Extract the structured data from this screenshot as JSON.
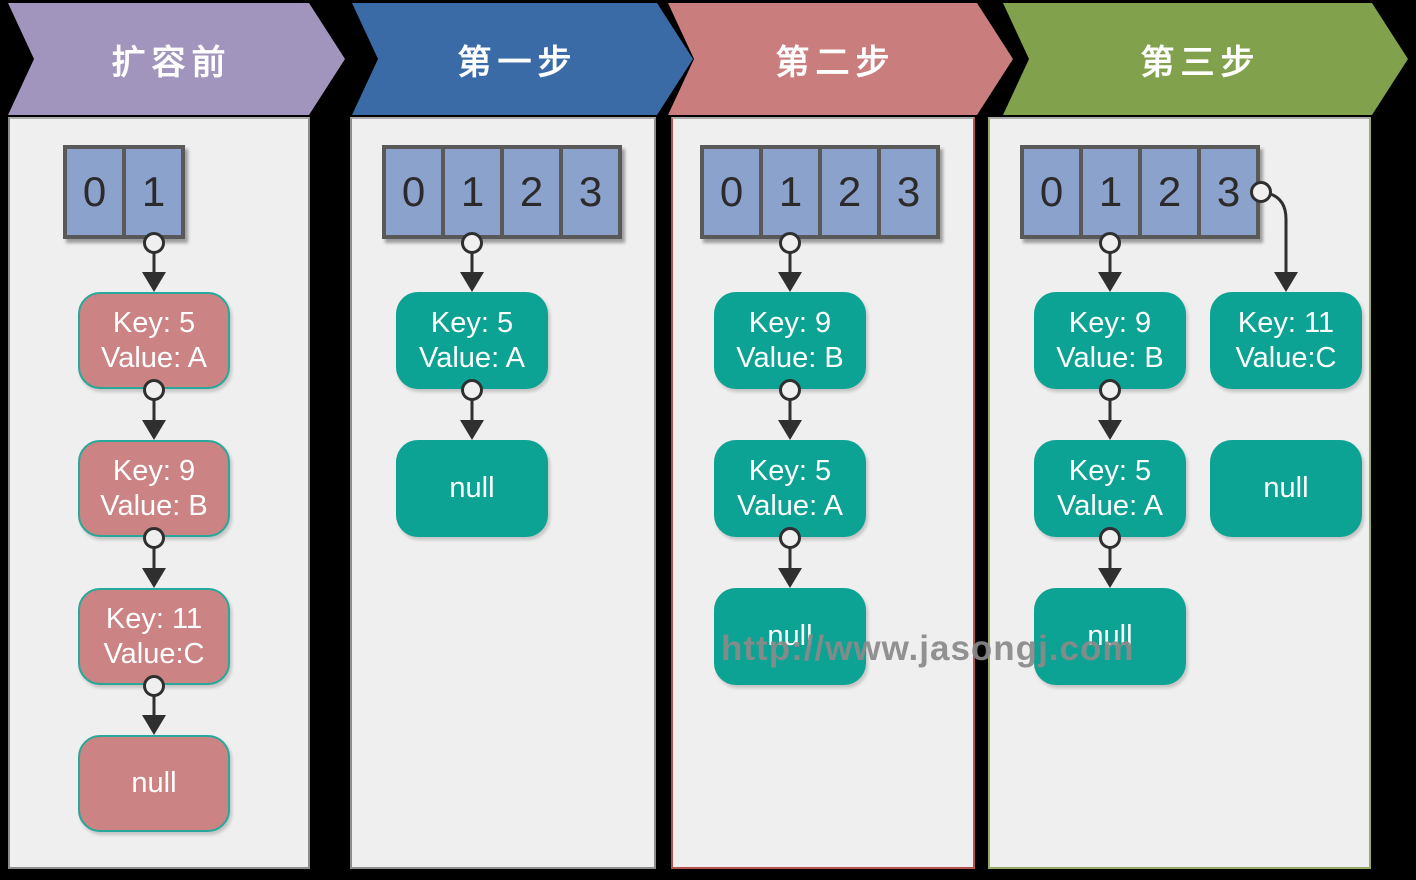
{
  "watermark": "http://www.jasongj.com",
  "colors": {
    "background": "#000000",
    "panel_bg": "#efefef",
    "header_step0": "#a195bd",
    "header_step1": "#3a6ba6",
    "header_step2": "#c97d7d",
    "header_step3": "#81a14c",
    "bucket_fill": "#8ba3cc",
    "bucket_border": "#595959",
    "node_teal": "#0ca294",
    "node_rose": "#cb8383",
    "connector": "#2f2f2f"
  },
  "columns": [
    {
      "header": "扩容前",
      "buckets": [
        "0",
        "1"
      ],
      "chains": [
        {
          "from_bucket": "1",
          "nodes": [
            {
              "line1": "Key: 5",
              "line2": "Value: A"
            },
            {
              "line1": "Key: 9",
              "line2": "Value: B"
            },
            {
              "line1": "Key: 11",
              "line2": "Value:C"
            },
            {
              "line1": "null"
            }
          ]
        }
      ]
    },
    {
      "header": "第一步",
      "buckets": [
        "0",
        "1",
        "2",
        "3"
      ],
      "chains": [
        {
          "from_bucket": "1",
          "nodes": [
            {
              "line1": "Key: 5",
              "line2": "Value: A"
            },
            {
              "line1": "null"
            }
          ]
        }
      ]
    },
    {
      "header": "第二步",
      "buckets": [
        "0",
        "1",
        "2",
        "3"
      ],
      "chains": [
        {
          "from_bucket": "1",
          "nodes": [
            {
              "line1": "Key: 9",
              "line2": "Value: B"
            },
            {
              "line1": "Key: 5",
              "line2": "Value: A"
            },
            {
              "line1": "null"
            }
          ]
        }
      ]
    },
    {
      "header": "第三步",
      "buckets": [
        "0",
        "1",
        "2",
        "3"
      ],
      "chains": [
        {
          "from_bucket": "1",
          "nodes": [
            {
              "line1": "Key: 9",
              "line2": "Value: B"
            },
            {
              "line1": "Key: 5",
              "line2": "Value: A"
            },
            {
              "line1": "null"
            }
          ]
        },
        {
          "from_bucket": "3",
          "nodes": [
            {
              "line1": "Key: 11",
              "line2": "Value:C"
            },
            {
              "line1": "null"
            }
          ]
        }
      ]
    }
  ]
}
